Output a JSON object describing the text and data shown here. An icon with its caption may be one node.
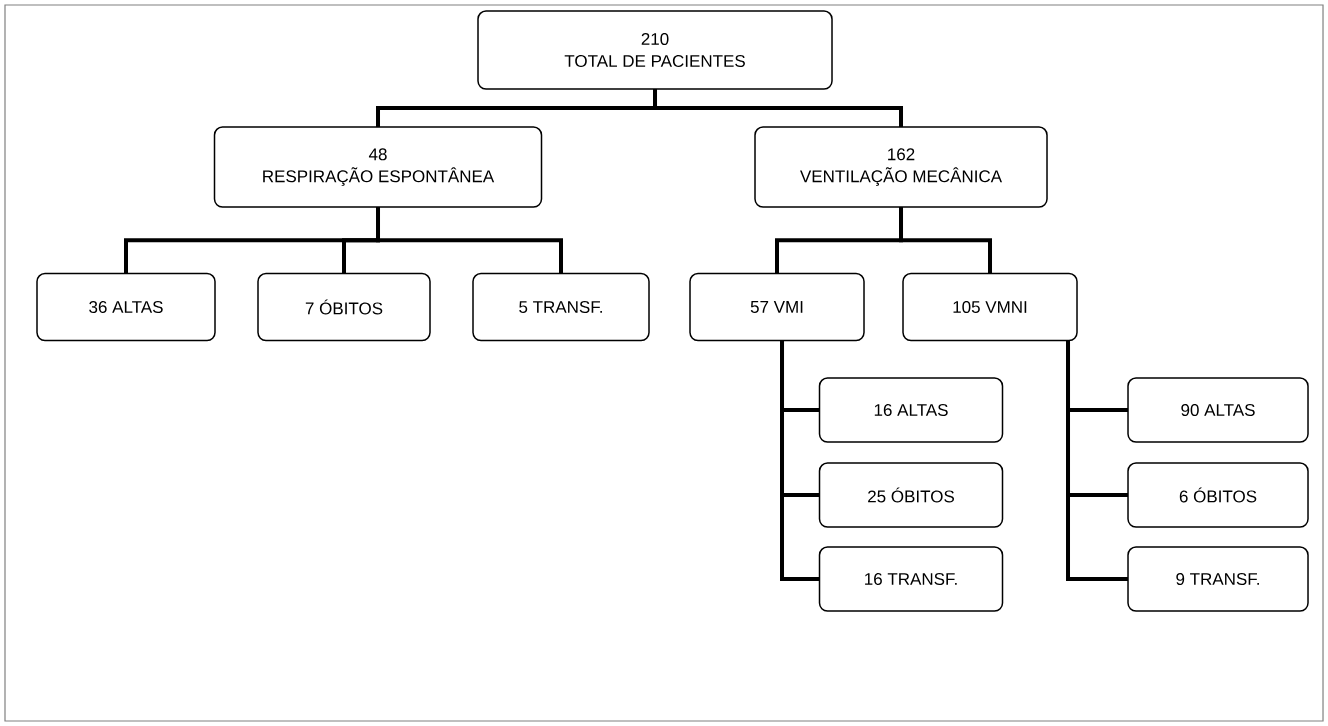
{
  "diagram": {
    "nodes": [
      {
        "text": [
          "210",
          "TOTAL DE PACIENTES"
        ]
      },
      {
        "text": [
          "48",
          "RESPIRAÇÃO ESPONTÂNEA"
        ]
      },
      {
        "text": [
          "162",
          "VENTILAÇÃO MECÂNICA"
        ]
      },
      {
        "text": [
          "36 ALTAS"
        ]
      },
      {
        "text": [
          "7 ÓBITOS"
        ]
      },
      {
        "text": [
          "5 TRANSF."
        ]
      },
      {
        "text": [
          "57 VMI"
        ]
      },
      {
        "text": [
          "105 VMNI"
        ]
      },
      {
        "text": [
          "16 ALTAS"
        ]
      },
      {
        "text": [
          "25 ÓBITOS"
        ]
      },
      {
        "text": [
          "16 TRANSF."
        ]
      },
      {
        "text": [
          "90 ALTAS"
        ]
      },
      {
        "text": [
          "6 ÓBITOS"
        ]
      },
      {
        "text": [
          "9 TRANSF."
        ]
      }
    ],
    "edges": [
      {
        "from": 0,
        "to": 1,
        "arrow": "none"
      },
      {
        "from": 0,
        "to": 2,
        "arrow": "none"
      },
      {
        "from": 1,
        "to": 3,
        "arrow": "none"
      },
      {
        "from": 1,
        "to": 4,
        "arrow": "none"
      },
      {
        "from": 1,
        "to": 5,
        "arrow": "none"
      },
      {
        "from": 2,
        "to": 6,
        "arrow": "none"
      },
      {
        "from": 2,
        "to": 7,
        "arrow": "none"
      },
      {
        "from": 6,
        "to": 8,
        "arrow": "none"
      },
      {
        "from": 6,
        "to": 9,
        "arrow": "none"
      },
      {
        "from": 6,
        "to": 10,
        "arrow": "none"
      },
      {
        "from": 7,
        "to": 11,
        "arrow": "none"
      },
      {
        "from": 7,
        "to": 12,
        "arrow": "none"
      },
      {
        "from": 7,
        "to": 13,
        "arrow": "none"
      }
    ]
  }
}
